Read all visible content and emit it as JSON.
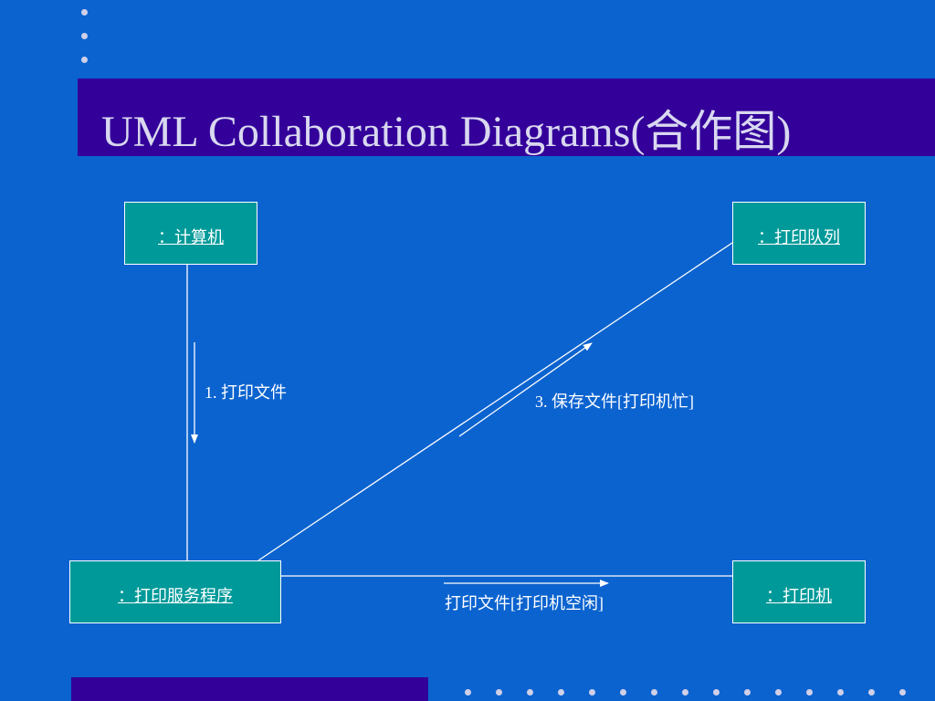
{
  "slide": {
    "title": "UML Collaboration Diagrams(合作图)"
  },
  "diagram": {
    "nodes": {
      "computer": "：计算机",
      "print_queue": "：打印队列",
      "print_server": "：打印服务程序",
      "printer": "：打印机"
    },
    "messages": {
      "m1": "1. 打印文件",
      "m3": "3. 保存文件[打印机忙]",
      "m2": "打印文件[打印机空闲]"
    }
  },
  "colors": {
    "background": "#0b63cf",
    "title_band": "#330099",
    "node_fill": "#009999",
    "line": "#ffffff"
  }
}
